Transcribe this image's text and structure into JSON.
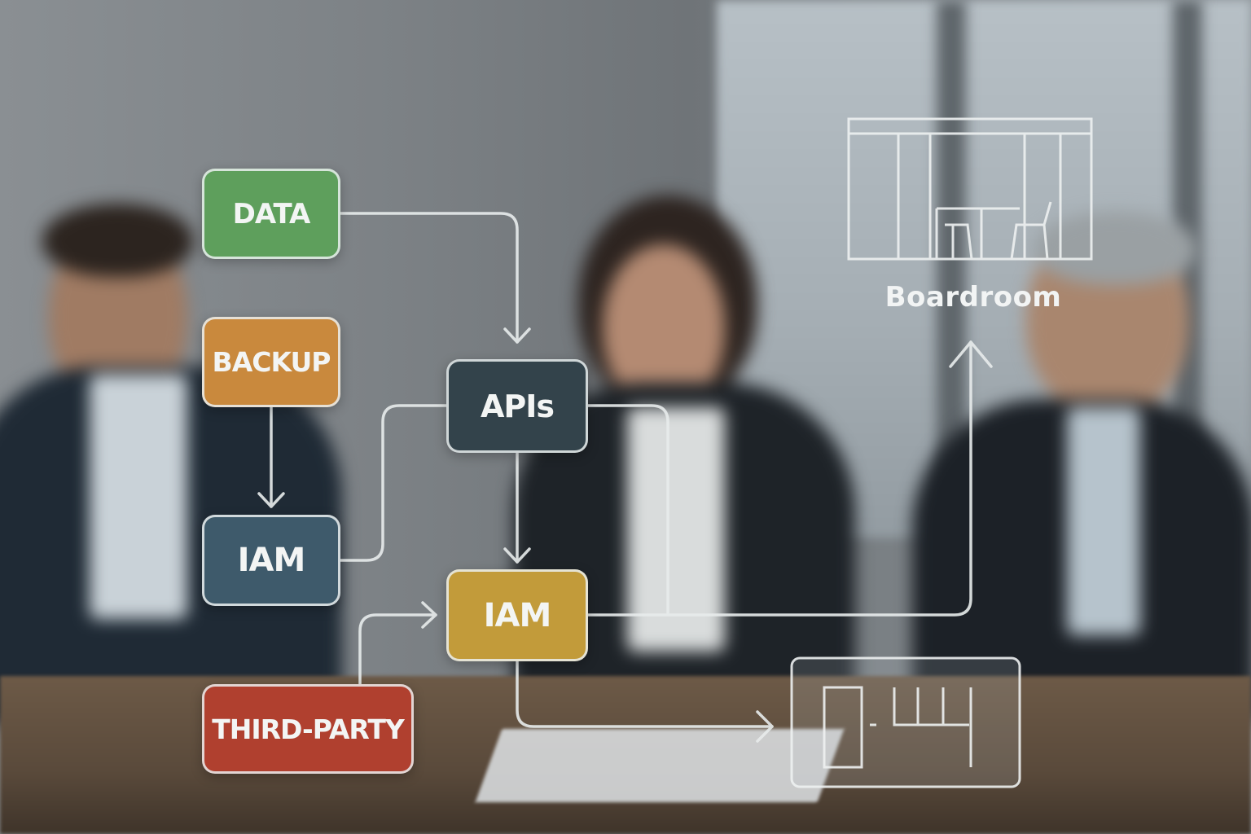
{
  "nodes": {
    "data": "DATA",
    "backup": "BACKUP",
    "iam_left": "IAM",
    "third_party": "THIRD-PARTY",
    "apis": "APIs",
    "iam_center": "IAM"
  },
  "boardroom_label": "Boardroom",
  "icons": [
    "boardroom-icon",
    "floorplan-icon"
  ],
  "colors": {
    "data": "#5e9f5c",
    "backup": "#c9893d",
    "iam_left": "#3e5a6b",
    "third_party": "#b0402f",
    "apis": "#33434b",
    "iam_center": "#c29b3a",
    "connector": "#e8ecec"
  }
}
